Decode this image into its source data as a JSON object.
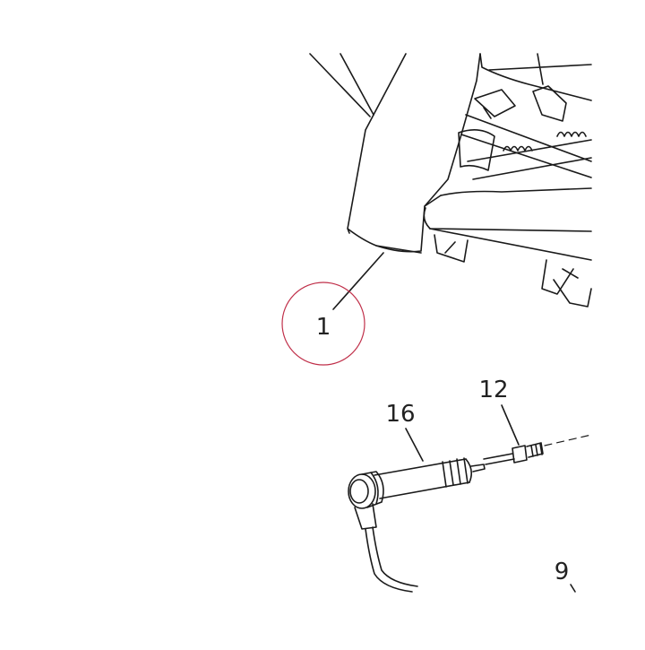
{
  "callouts": {
    "frame": "1",
    "lamp": "16",
    "adjuster": "12",
    "part_9": "9"
  },
  "colors": {
    "line": "#1a1a1a",
    "highlight_circle": "#c0304a",
    "background": "#ffffff"
  }
}
